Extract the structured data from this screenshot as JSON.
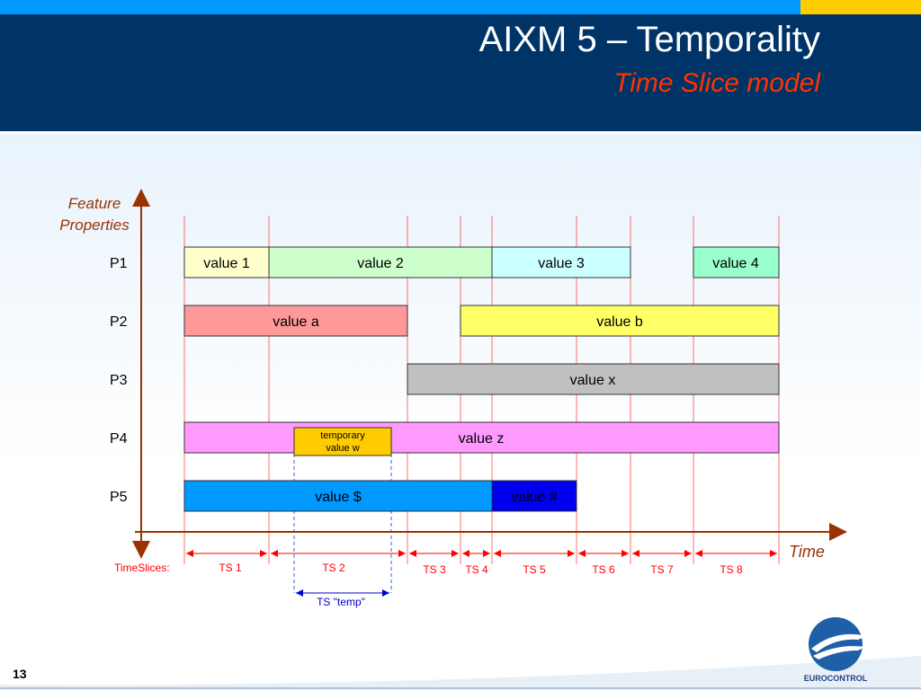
{
  "header": {
    "title": "AIXM 5 – Temporality",
    "subtitle": "Time Slice model"
  },
  "axes": {
    "y_label_line1": "Feature",
    "y_label_line2": "Properties",
    "x_label": "Time"
  },
  "properties": [
    {
      "label": "P1"
    },
    {
      "label": "P2"
    },
    {
      "label": "P3"
    },
    {
      "label": "P4"
    },
    {
      "label": "P5"
    }
  ],
  "bars": [
    {
      "text": "value 1",
      "color": "#ffffcc"
    },
    {
      "text": "value 2",
      "color": "#ccffcc"
    },
    {
      "text": "value 3",
      "color": "#ccffff"
    },
    {
      "text": "value 4",
      "color": "#99ffcc"
    },
    {
      "text": "value a",
      "color": "#ff9999"
    },
    {
      "text": "value b",
      "color": "#ffff66"
    },
    {
      "text": "value x",
      "color": "#c0c0c0"
    },
    {
      "text": "value z",
      "color": "#ff99ff"
    },
    {
      "text": "value $",
      "color": "#0099ff"
    },
    {
      "text": "value #",
      "color": "#0000ee"
    }
  ],
  "temporary_box": {
    "line1": "temporary",
    "line2": "value w",
    "color": "#ffcc00"
  },
  "timeslices": {
    "label": "TimeSlices:",
    "items": [
      "TS 1",
      "TS 2",
      "TS 3",
      "TS 4",
      "TS 5",
      "TS 6",
      "TS 7",
      "TS 8"
    ],
    "temp_label": "TS \"temp\""
  },
  "colors": {
    "header_bg": "#003366",
    "accent_red": "#ff3300",
    "axis_color": "#993300",
    "timeline_red": "#ff0000",
    "temp_blue": "#0000cc"
  },
  "footer": {
    "page_number": "13",
    "logo_text": "EUROCONTROL"
  }
}
